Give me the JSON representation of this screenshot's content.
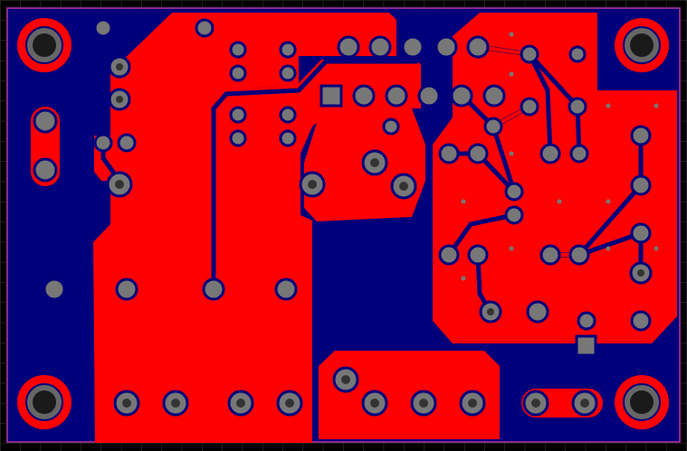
{
  "view": {
    "colors": {
      "background": "#000000",
      "grid": "#3a3a3a",
      "outline": "#8a2a8a",
      "bottom_copper": "#00007a",
      "top_copper": "#ff0000",
      "pad_fill": "#666666",
      "pad_ring": "#ff0000",
      "hole": "#1a1a1a",
      "via": "#777777"
    },
    "layers": [
      "board-outline",
      "bottom-copper",
      "top-copper",
      "traces",
      "pads",
      "mounting-holes"
    ]
  }
}
